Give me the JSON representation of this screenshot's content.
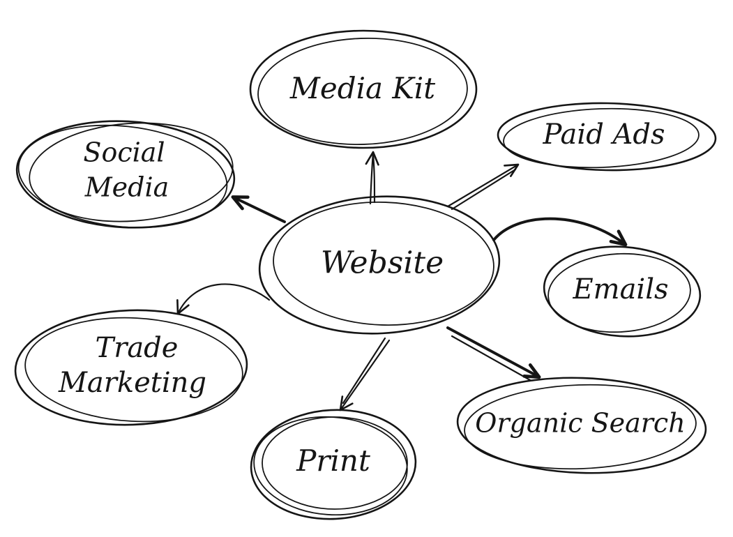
{
  "colors": {
    "ink": "#151515",
    "background": "#ffffff"
  },
  "nodes": {
    "center": {
      "label": "Website"
    },
    "media_kit": {
      "label": "Media Kit"
    },
    "paid_ads": {
      "label": "Paid Ads"
    },
    "social_media": {
      "line1": "Social",
      "line2": "Media"
    },
    "emails": {
      "label": "Emails"
    },
    "trade_marketing": {
      "line1": "Trade",
      "line2": "Marketing"
    },
    "organic_search": {
      "label": "Organic Search"
    },
    "print": {
      "label": "Print"
    }
  }
}
